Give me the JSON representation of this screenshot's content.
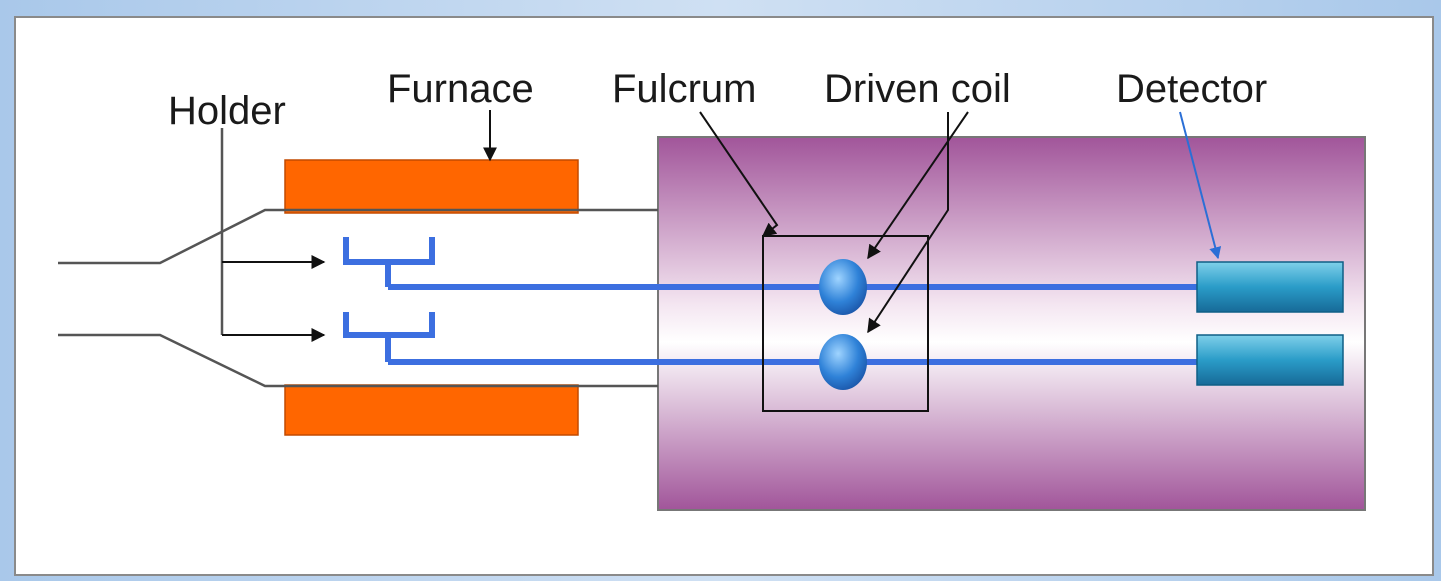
{
  "labels": {
    "holder": "Holder",
    "furnace": "Furnace",
    "fulcrum": "Fulcrum",
    "driven_coil": "Driven coil",
    "detector": "Detector"
  },
  "colors": {
    "furnace": "#ff6600",
    "chamber": "#a1559a",
    "rod": "#3c6fe0",
    "coil": "#2f82d8",
    "detector": "#1f8ab8"
  }
}
